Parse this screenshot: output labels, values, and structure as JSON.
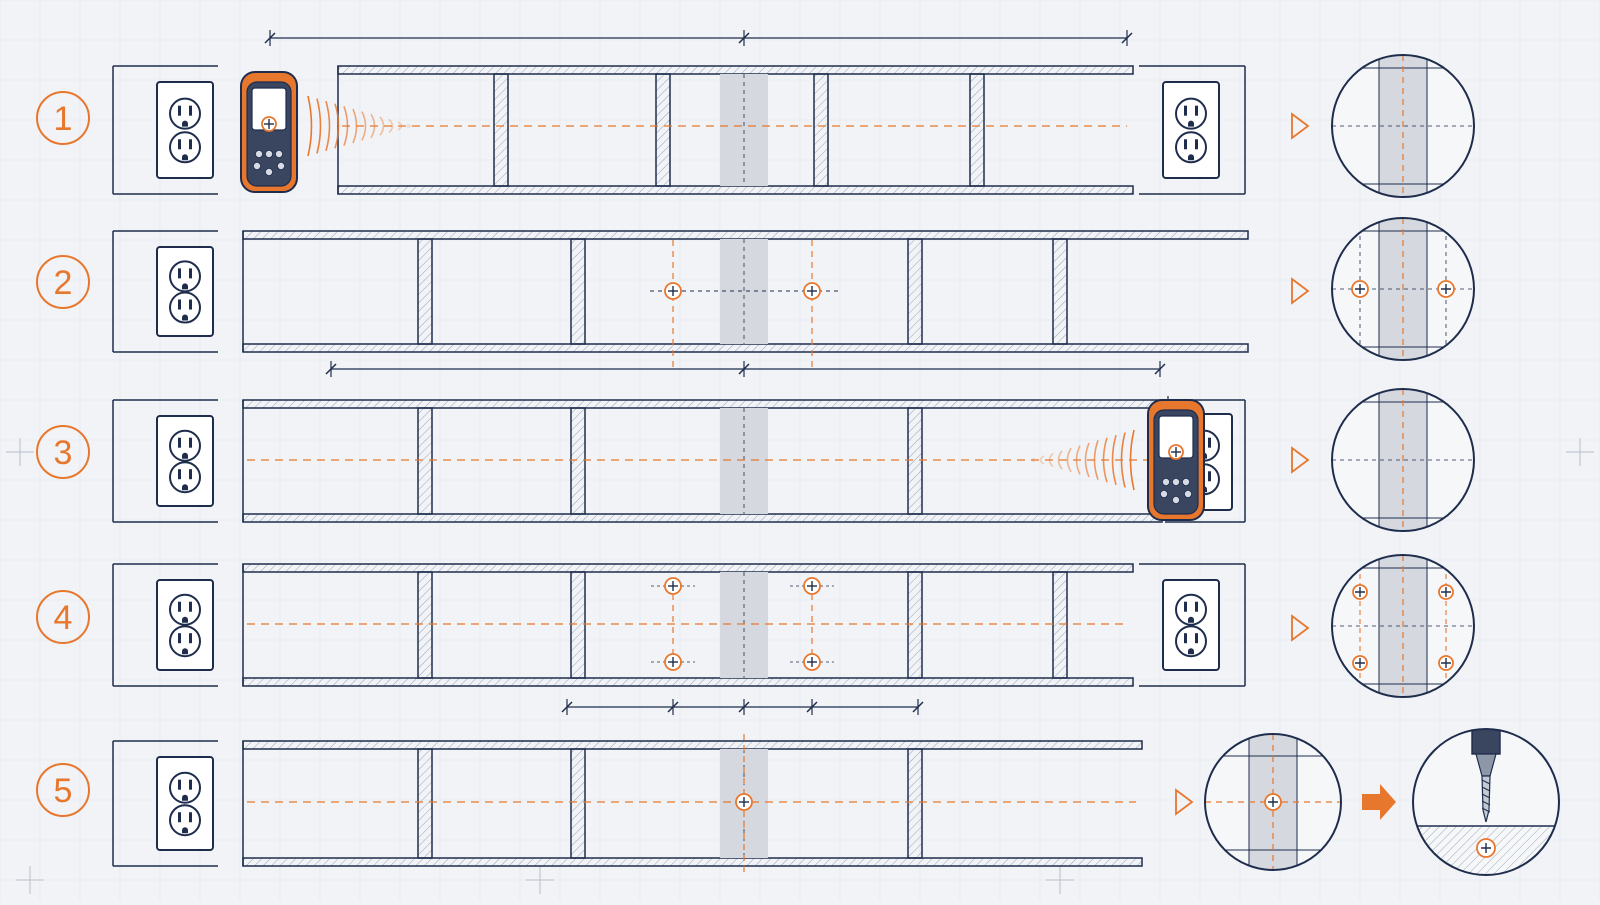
{
  "colors": {
    "background": "#f1f3f6",
    "ink": "#1f2d4d",
    "accent": "#e8772e",
    "stud_fill": "#eef1f5",
    "target_band": "#d5d9df",
    "grid": "#e2e6ec"
  },
  "steps": [
    {
      "number": "1",
      "scene": "scan-left-outlet-to-right-outlet",
      "result": "stud-centerline"
    },
    {
      "number": "2",
      "scene": "mark-both-stud-edges",
      "result": "two-edge-marks"
    },
    {
      "number": "3",
      "scene": "scan-back-from-right-outlet",
      "result": "stud-centerline-confirmed"
    },
    {
      "number": "4",
      "scene": "mark-top-and-bottom-edges",
      "result": "four-corner-marks"
    },
    {
      "number": "5",
      "scene": "mark-center-and-drill",
      "result": "drill-at-center-mark"
    }
  ],
  "icons": {
    "outlet": "duplex-outlet-icon",
    "scanner": "stud-finder-icon",
    "crosshair": "crosshair-marker-icon",
    "result_arrow": "outline-triangle-arrow-icon",
    "next_arrow": "solid-arrow-icon",
    "drill": "drill-bit-icon"
  }
}
